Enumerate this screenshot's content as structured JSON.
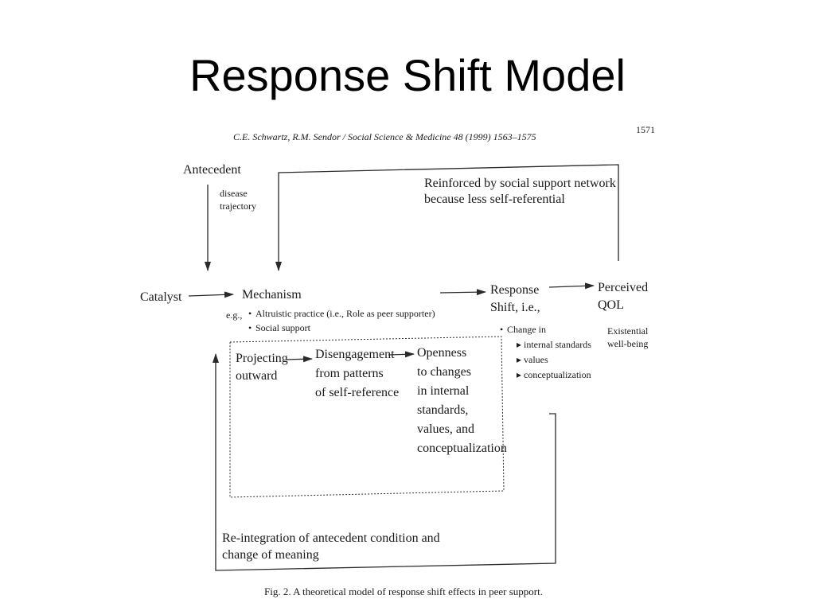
{
  "slide": {
    "title": "Response Shift Model"
  },
  "figure": {
    "header_citation": "C.E. Schwartz, R.M. Sendor / Social Science & Medicine 48 (1999) 1563–1575",
    "page_number": "1571",
    "antecedent": {
      "title": "Antecedent",
      "note": [
        "disease",
        "trajectory"
      ]
    },
    "reinforced_note": [
      "Reinforced by social support network",
      "because less self-referential"
    ],
    "catalyst": "Catalyst",
    "mechanism": {
      "title": "Mechanism",
      "eg_label": "e.g.,",
      "items": [
        "Altruistic practice (i.e., Role as peer supporter)",
        "Social support"
      ]
    },
    "response_shift": {
      "title": [
        "Response",
        "Shift, i.e.,"
      ],
      "change_label": "Change in",
      "items": [
        "internal standards",
        "values",
        "conceptualization"
      ]
    },
    "perceived_qol": {
      "title": [
        "Perceived",
        "QOL"
      ],
      "note": [
        "Existential",
        "well-being"
      ]
    },
    "process": {
      "projecting": [
        "Projecting",
        "outward"
      ],
      "disengagement": [
        "Disengagement",
        "from patterns",
        "of self-reference"
      ],
      "openness": [
        "Openness",
        "to changes",
        "in internal",
        "standards,",
        "values, and",
        "conceptualization"
      ]
    },
    "reintegration_note": [
      "Re-integration of antecedent condition and",
      "change of meaning"
    ],
    "caption": "Fig. 2. A theoretical model of response shift effects in peer support."
  }
}
